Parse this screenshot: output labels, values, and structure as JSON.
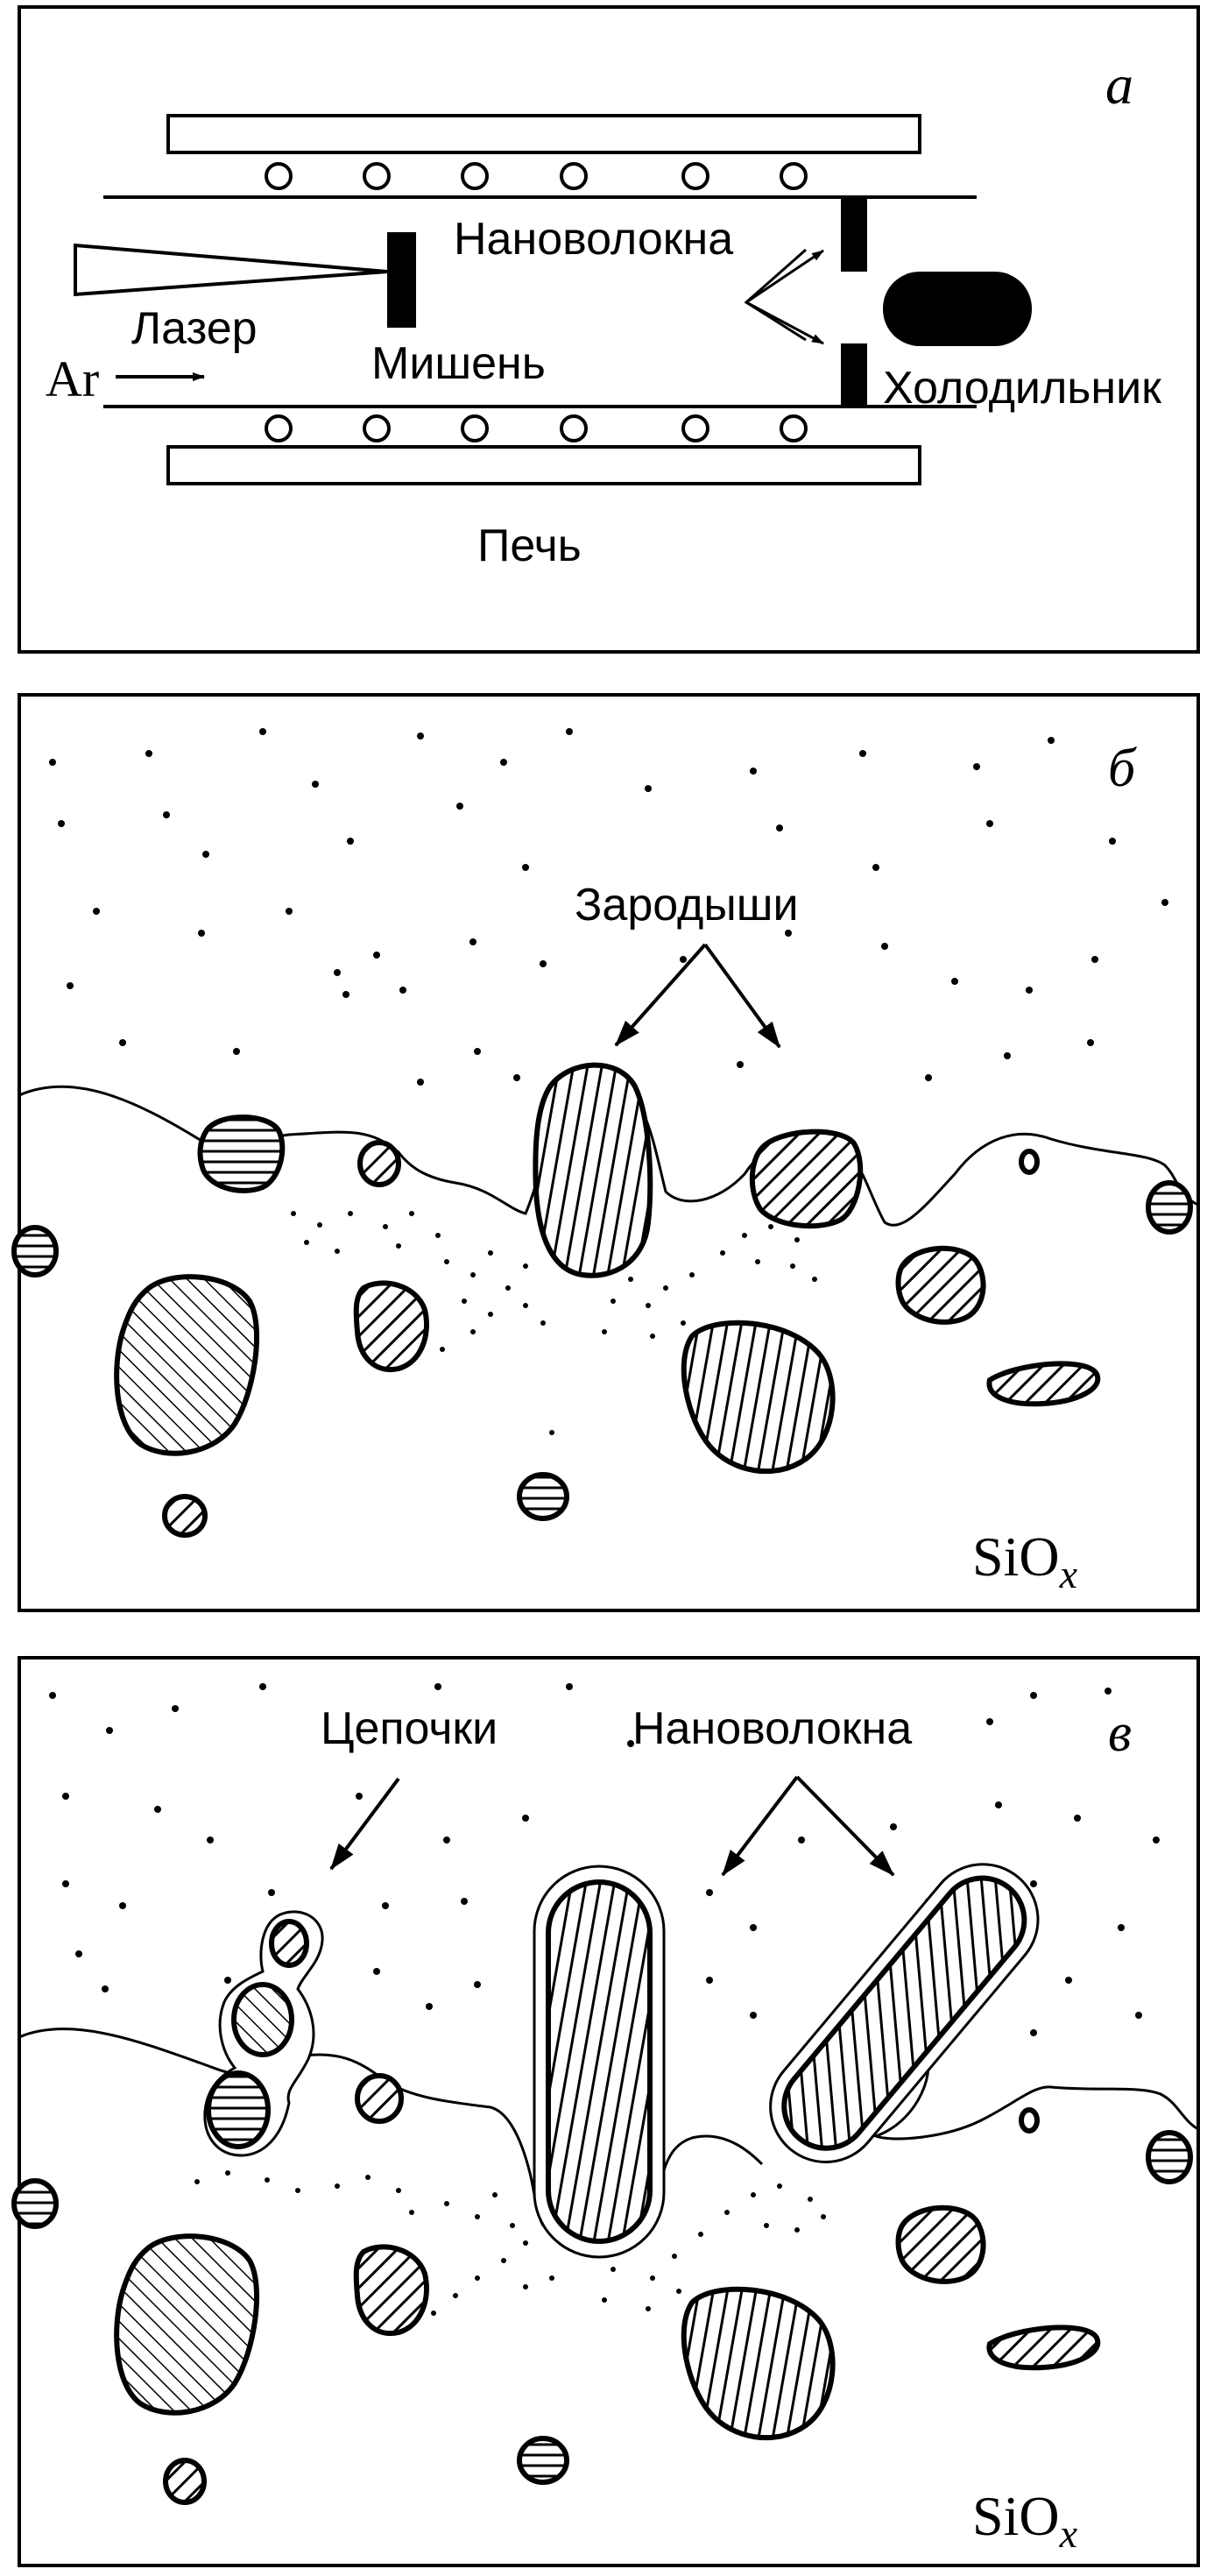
{
  "panel_a": {
    "letter": "а",
    "labels": {
      "nanofibers": "Нановолокна",
      "laser": "Лазер",
      "ar": "Ar",
      "target": "Мишень",
      "cooler": "Холодильник",
      "furnace": "Печь"
    }
  },
  "panel_b": {
    "letter": "б",
    "labels": {
      "nuclei": "Зародыши",
      "material_base": "SiO",
      "material_sub": "x"
    }
  },
  "panel_c": {
    "letter": "в",
    "labels": {
      "chains": "Цепочки",
      "nanofibers": "Нановолокна",
      "material_base": "SiO",
      "material_sub": "x"
    }
  },
  "colors": {
    "ink": "#000000",
    "paper": "#ffffff"
  }
}
